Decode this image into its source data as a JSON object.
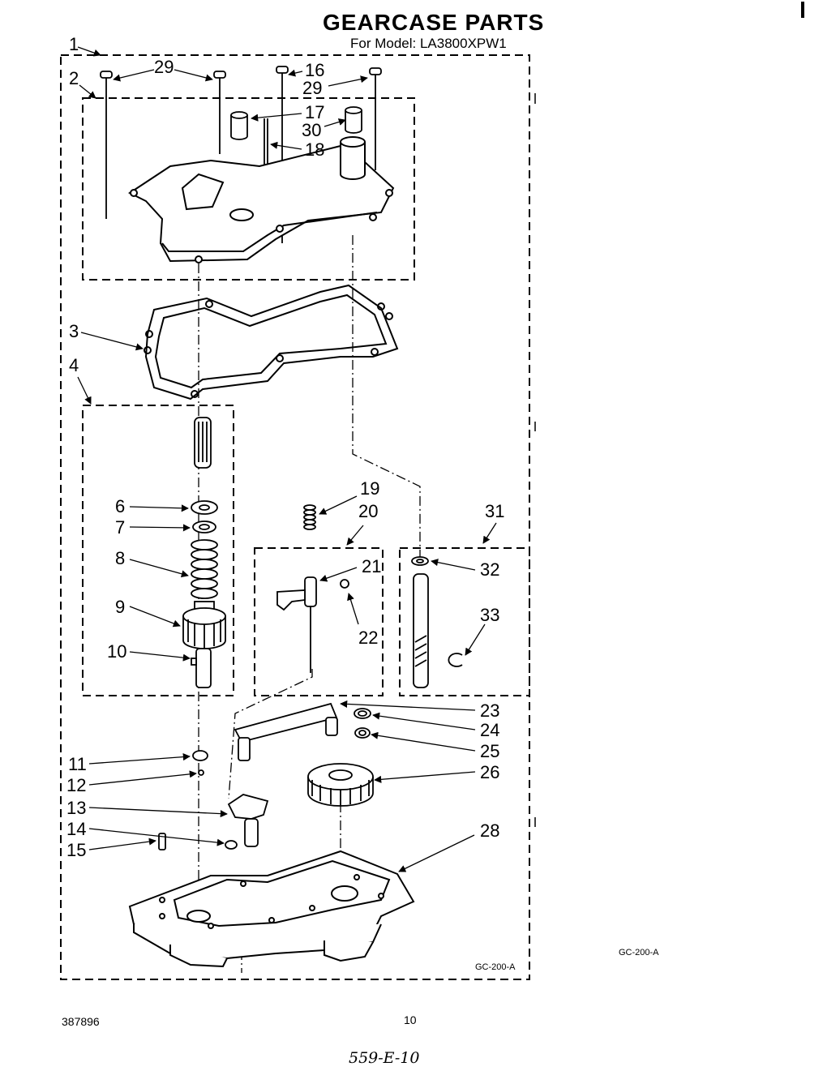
{
  "header": {
    "title": "GEARCASE PARTS",
    "model_line": "For Model: LA3800XPW1"
  },
  "callouts": [
    {
      "id": "c1",
      "label": "1"
    },
    {
      "id": "c2",
      "label": "2"
    },
    {
      "id": "c29a",
      "label": "29"
    },
    {
      "id": "c16",
      "label": "16"
    },
    {
      "id": "c29b",
      "label": "29"
    },
    {
      "id": "c17",
      "label": "17"
    },
    {
      "id": "c30",
      "label": "30"
    },
    {
      "id": "c18",
      "label": "18"
    },
    {
      "id": "c3",
      "label": "3"
    },
    {
      "id": "c4",
      "label": "4"
    },
    {
      "id": "c6",
      "label": "6"
    },
    {
      "id": "c7",
      "label": "7"
    },
    {
      "id": "c8",
      "label": "8"
    },
    {
      "id": "c9",
      "label": "9"
    },
    {
      "id": "c10",
      "label": "10"
    },
    {
      "id": "c19",
      "label": "19"
    },
    {
      "id": "c20",
      "label": "20"
    },
    {
      "id": "c21",
      "label": "21"
    },
    {
      "id": "c22",
      "label": "22"
    },
    {
      "id": "c31",
      "label": "31"
    },
    {
      "id": "c32",
      "label": "32"
    },
    {
      "id": "c33",
      "label": "33"
    },
    {
      "id": "c23",
      "label": "23"
    },
    {
      "id": "c24",
      "label": "24"
    },
    {
      "id": "c25",
      "label": "25"
    },
    {
      "id": "c26",
      "label": "26"
    },
    {
      "id": "c11",
      "label": "11"
    },
    {
      "id": "c12",
      "label": "12"
    },
    {
      "id": "c13",
      "label": "13"
    },
    {
      "id": "c14",
      "label": "14"
    },
    {
      "id": "c15",
      "label": "15"
    },
    {
      "id": "c28",
      "label": "28"
    }
  ],
  "diagram_code_inside": "GC-200-A",
  "diagram_code_outside": "GC-200-A",
  "footer": {
    "doc_number": "387896",
    "page_number": "10",
    "handwritten_note": "559-E-10"
  }
}
